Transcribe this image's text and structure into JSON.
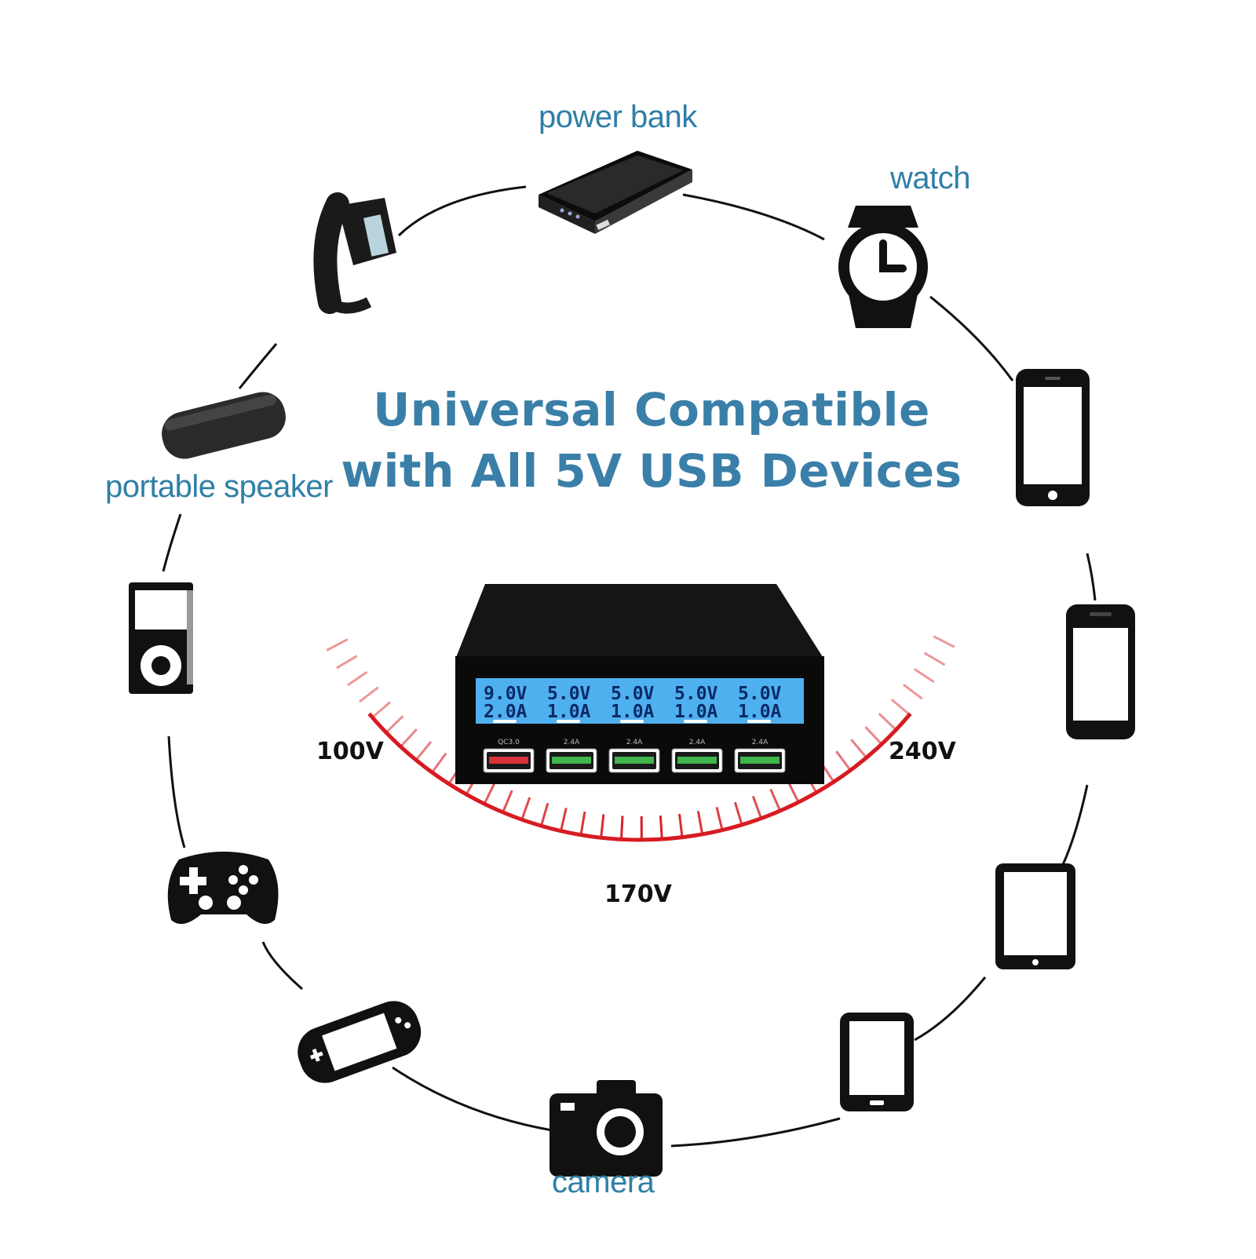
{
  "headline": {
    "line1": "Universal Compatible",
    "line2": "with All 5V USB Devices",
    "color": "#3a7fa8"
  },
  "label_color": "#2f7fa6",
  "devices": [
    {
      "icon": "fitness-band-icon",
      "label": ""
    },
    {
      "icon": "power-bank-icon",
      "label": "power bank"
    },
    {
      "icon": "watch-icon",
      "label": "watch"
    },
    {
      "icon": "smartphone-icon",
      "label": ""
    },
    {
      "icon": "mobile-phone-icon",
      "label": ""
    },
    {
      "icon": "tablet-icon",
      "label": ""
    },
    {
      "icon": "e-reader-icon",
      "label": ""
    },
    {
      "icon": "camera-icon",
      "label": "camera"
    },
    {
      "icon": "handheld-console-icon",
      "label": ""
    },
    {
      "icon": "gamepad-icon",
      "label": ""
    },
    {
      "icon": "mp3-player-icon",
      "label": ""
    },
    {
      "icon": "bluetooth-speaker-icon",
      "label": "portable speaker"
    }
  ],
  "charger": {
    "display": [
      {
        "voltage": "9.0V",
        "current": "2.0A"
      },
      {
        "voltage": "5.0V",
        "current": "1.0A"
      },
      {
        "voltage": "5.0V",
        "current": "1.0A"
      },
      {
        "voltage": "5.0V",
        "current": "1.0A"
      },
      {
        "voltage": "5.0V",
        "current": "1.0A"
      }
    ],
    "ports": [
      {
        "label": "QC3.0",
        "color": "#d8323a"
      },
      {
        "label": "2.4A",
        "color": "#3fb54a"
      },
      {
        "label": "2.4A",
        "color": "#3fb54a"
      },
      {
        "label": "2.4A",
        "color": "#3fb54a"
      },
      {
        "label": "2.4A",
        "color": "#3fb54a"
      }
    ],
    "lcd_color": "#4fb0f0",
    "body_color": "#0b0b0b"
  },
  "voltage_range": {
    "min_label": "100V",
    "mid_label": "170V",
    "max_label": "240V",
    "arc_color": "#d61c22"
  }
}
